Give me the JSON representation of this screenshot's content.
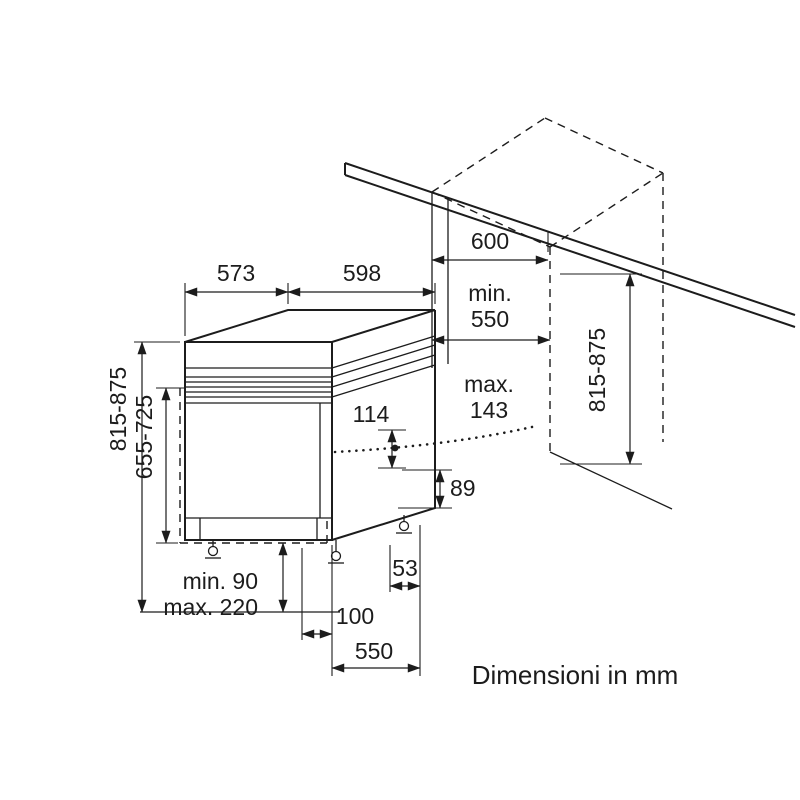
{
  "colors": {
    "ink": "#1c1c1c",
    "background": "#ffffff"
  },
  "caption": "Dimensioni in mm",
  "labels": {
    "top_depth": "573",
    "top_width": "598",
    "worktop_depth": "600",
    "niche_depth_min": "min.",
    "niche_depth_value": "550",
    "appliance_height": "815-875",
    "furniture_door_height": "655-725",
    "door_offset": "114",
    "door_projection_max": "max.",
    "door_projection_value": "143",
    "niche_height": "815-875",
    "base_back_height": "89",
    "back_foot_offset": "53",
    "plinth_min": "min. 90",
    "plinth_max": "max. 220",
    "plinth_recess": "100",
    "base_depth": "550"
  }
}
